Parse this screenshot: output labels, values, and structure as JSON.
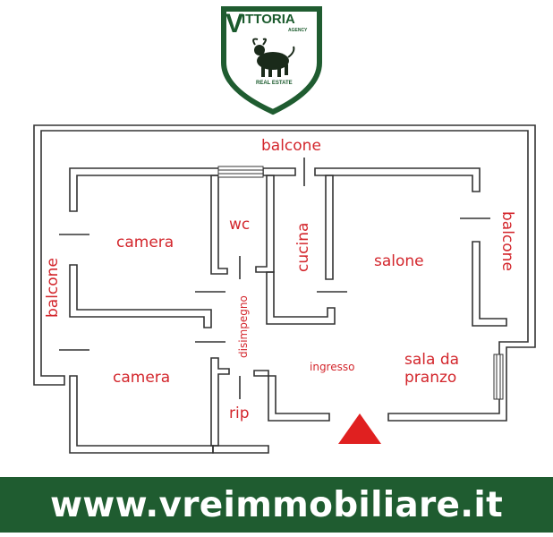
{
  "logo": {
    "initial": "V",
    "brand": "ITTORIA",
    "agency": "AGENCY",
    "tagline": "REAL ESTATE"
  },
  "rooms": {
    "balcone_top": "balcone",
    "balcone_left": "balcone",
    "balcone_right": "balcone",
    "camera_top": "camera",
    "camera_bottom": "camera",
    "wc": "wc",
    "cucina": "cucina",
    "salone": "salone",
    "disimpegno": "disimpegno",
    "ingresso": "ingresso",
    "sala_line1": "sala da",
    "sala_line2": "pranzo",
    "rip": "rip"
  },
  "entrance_marker_color": "#e02020",
  "brand_color": "#1f5c30",
  "banner": {
    "url": "www.vreimmobiliare.it"
  }
}
